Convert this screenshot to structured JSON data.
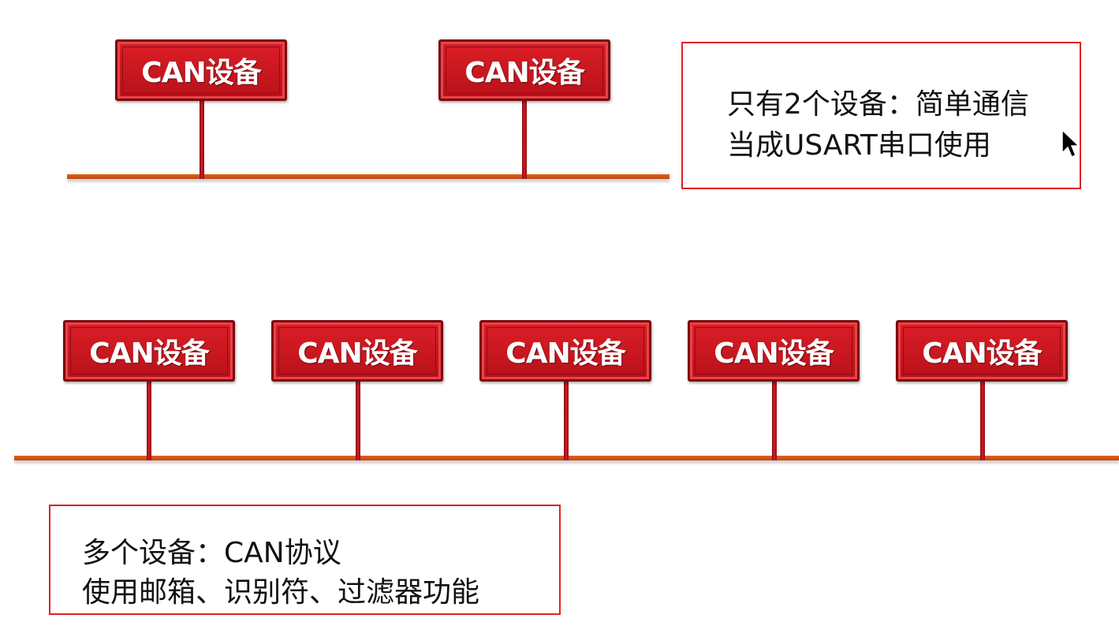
{
  "top_diagram": {
    "devices": [
      "CAN设备",
      "CAN设备"
    ],
    "note": {
      "line1": "只有2个设备：简单通信",
      "line2": "当成USART串口使用"
    }
  },
  "bottom_diagram": {
    "devices": [
      "CAN设备",
      "CAN设备",
      "CAN设备",
      "CAN设备",
      "CAN设备"
    ],
    "note": {
      "line1": "多个设备：CAN协议",
      "line2": "使用邮箱、识别符、过滤器功能"
    }
  },
  "colors": {
    "device_fill": "#d11a22",
    "device_border": "#7a0a0f",
    "bus_line": "#d2531a",
    "note_border": "#e02020"
  },
  "icons": {
    "cursor": "mouse-pointer-icon"
  }
}
